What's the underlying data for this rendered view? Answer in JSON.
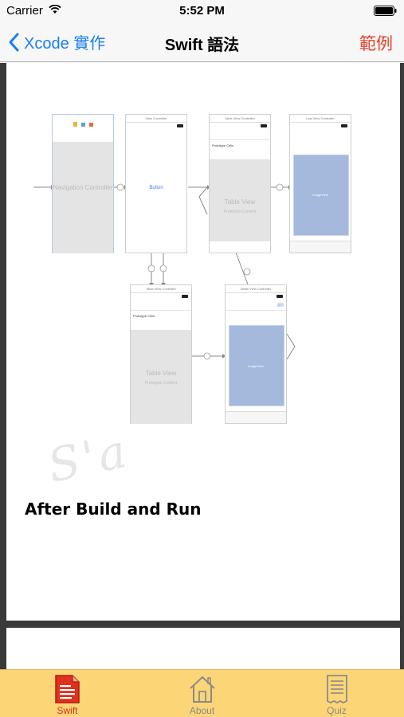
{
  "status_bar": {
    "carrier": "Carrier",
    "time": "5:52 PM"
  },
  "nav": {
    "back_label": "Xcode 實作",
    "title": "Swift 語法",
    "right_label": "範例"
  },
  "content": {
    "heading": "After Build and Run",
    "watermark": "S'a",
    "storyboard": {
      "nav_controller": "Navigation Controller",
      "view_controller_title": "View Controller",
      "button_label": "Button",
      "table_vc_title": "Table View Controller",
      "prototype_cells": "Prototype Cells",
      "table_view": "Table View",
      "prototype_content": "Prototype Content",
      "last_vc_title": "Last View Controller",
      "image_view": "ImageView",
      "detail_vc_title": "Detail View Controller",
      "detail_nav_button": "返回"
    }
  },
  "tabs": [
    {
      "label": "Swift",
      "icon": "document-icon",
      "active": true
    },
    {
      "label": "About",
      "icon": "house-icon",
      "active": false
    },
    {
      "label": "Quiz",
      "icon": "receipt-icon",
      "active": false
    }
  ],
  "colors": {
    "accent_blue": "#1a7ff5",
    "accent_red": "#e8402a",
    "tab_bar_bg": "#fcd577",
    "content_bg": "#3a3a3a"
  }
}
